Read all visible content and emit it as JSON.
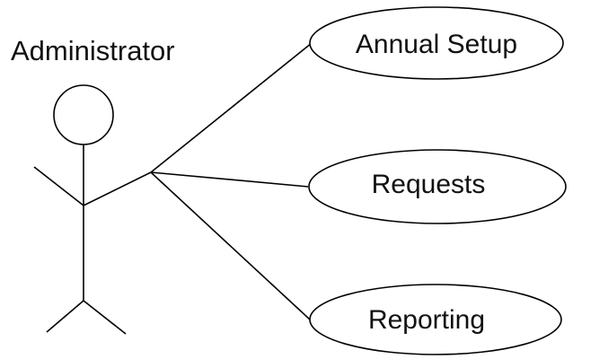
{
  "actor": {
    "name": "Administrator"
  },
  "use_cases": [
    {
      "label": "Annual Setup"
    },
    {
      "label": "Requests"
    },
    {
      "label": "Reporting"
    }
  ],
  "colors": {
    "line": "#000000",
    "text": "#111111",
    "background": "#ffffff"
  }
}
